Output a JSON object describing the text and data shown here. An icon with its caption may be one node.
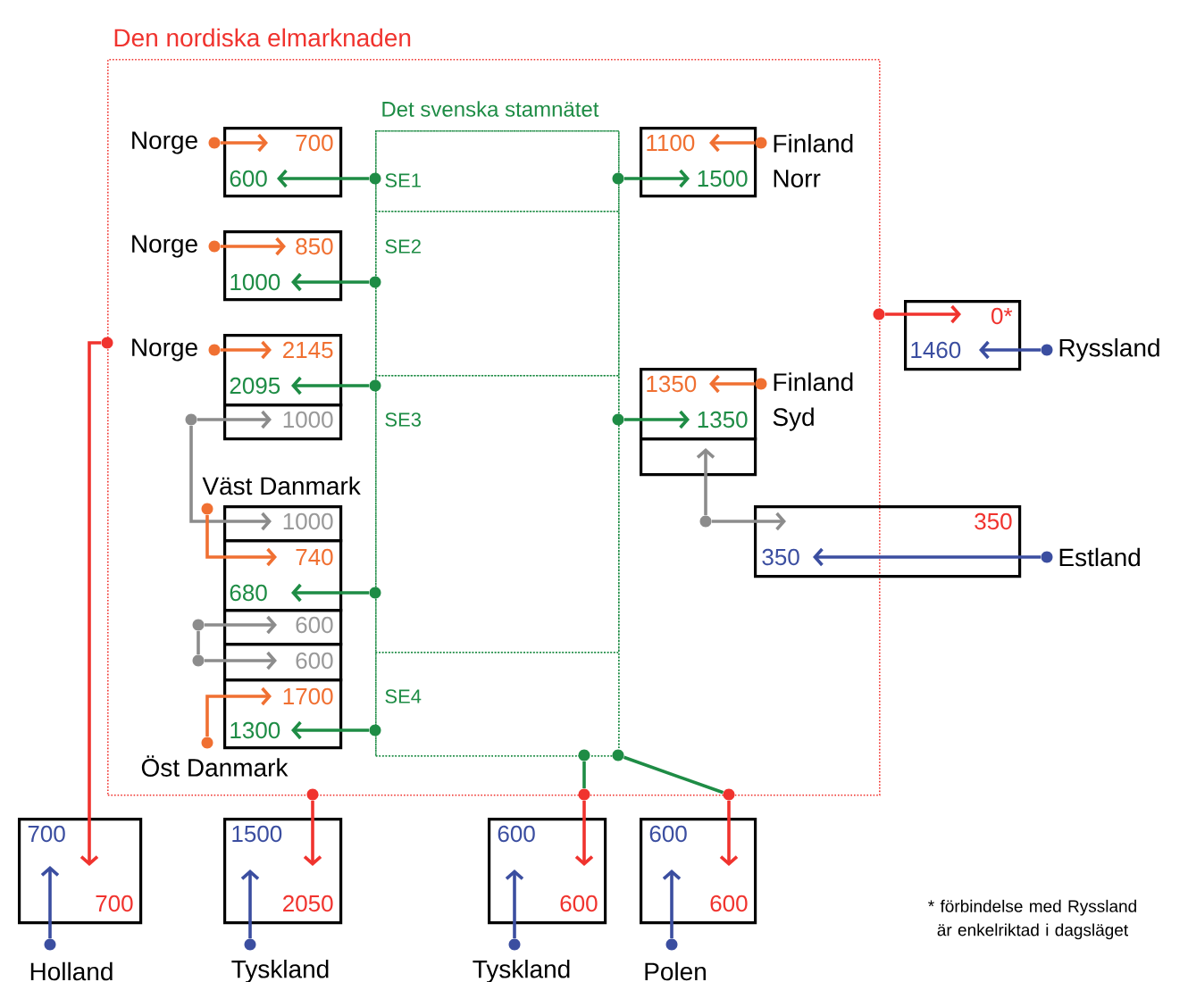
{
  "diagram": {
    "nodes": [
      {
        "text": [
          "Den nordiska elmarknaden"
        ]
      },
      {
        "text": [
          "Det svenska stamnätet"
        ],
        "in": 0
      },
      {
        "text": [
          "SE1"
        ],
        "in": 1
      },
      {
        "text": [
          "SE2"
        ],
        "in": 1
      },
      {
        "text": [
          "SE3"
        ],
        "in": 1
      },
      {
        "text": [
          "SE4"
        ],
        "in": 1
      },
      {
        "text": [
          "700",
          "600"
        ],
        "in": 0
      },
      {
        "text": [
          "850",
          "1000"
        ],
        "in": 0
      },
      {
        "text": [
          "2145",
          "2095"
        ],
        "in": 0
      },
      {
        "text": [
          "1000"
        ],
        "in": 0
      },
      {
        "text": [
          "1100",
          "1500"
        ],
        "in": 0
      },
      {
        "text": [
          "1350",
          "1350"
        ],
        "in": 0
      },
      {
        "text": [],
        "shape": "box",
        "in": 0
      },
      {
        "text": [
          "0*",
          "1460"
        ]
      },
      {
        "text": [
          "1000"
        ],
        "in": 0
      },
      {
        "text": [
          "740",
          "680"
        ],
        "in": 0
      },
      {
        "text": [
          "600"
        ],
        "in": 0
      },
      {
        "text": [
          "600"
        ],
        "in": 0
      },
      {
        "text": [
          "1700",
          "1300"
        ],
        "in": 0
      },
      {
        "text": [
          "350",
          "350"
        ]
      },
      {
        "text": [
          "700",
          "700"
        ]
      },
      {
        "text": [
          "1500",
          "2050"
        ]
      },
      {
        "text": [
          "600",
          "600"
        ]
      },
      {
        "text": [
          "600",
          "600"
        ]
      },
      {
        "text": [],
        "shape": "circle",
        "beside": [
          "Norge"
        ],
        "in": 0
      },
      {
        "text": [],
        "shape": "circle",
        "beside": [
          "Norge"
        ],
        "in": 0
      },
      {
        "text": [],
        "shape": "circle",
        "beside": [
          "Norge"
        ],
        "in": 0
      },
      {
        "text": [],
        "shape": "circle",
        "beside": [
          "Finland Norr"
        ],
        "in": 0
      },
      {
        "text": [],
        "shape": "circle",
        "beside": [
          "Finland Syd"
        ],
        "in": 0
      },
      {
        "text": [],
        "shape": "circle",
        "beside": [
          "Ryssland"
        ]
      },
      {
        "text": [],
        "shape": "circle",
        "beside": [
          "Estland"
        ]
      },
      {
        "text": [],
        "shape": "circle",
        "beside": [
          "Väst Danmark"
        ],
        "in": 0
      },
      {
        "text": [],
        "shape": "circle",
        "beside": [
          "Öst Danmark"
        ],
        "in": 0
      },
      {
        "text": [],
        "shape": "circle",
        "beside": [
          "Holland"
        ]
      },
      {
        "text": [],
        "shape": "circle",
        "beside": [
          "Tyskland"
        ]
      },
      {
        "text": [],
        "shape": "circle",
        "beside": [
          "Tyskland"
        ]
      },
      {
        "text": [],
        "shape": "circle",
        "beside": [
          "Polen"
        ]
      },
      {
        "text": [],
        "shape": "circle",
        "in": 0
      },
      {
        "text": [],
        "shape": "circle",
        "in": 0
      },
      {
        "text": [],
        "shape": "circle",
        "in": 0
      },
      {
        "text": [],
        "shape": "circle",
        "in": 0
      },
      {
        "text": [],
        "shape": "circle",
        "in": 2
      },
      {
        "text": [],
        "shape": "circle",
        "in": 2
      },
      {
        "text": [],
        "shape": "circle",
        "in": 3
      },
      {
        "text": [],
        "shape": "circle",
        "in": 4
      },
      {
        "text": [],
        "shape": "circle",
        "in": 4
      },
      {
        "text": [],
        "shape": "circle",
        "in": 4
      },
      {
        "text": [],
        "shape": "circle",
        "in": 5
      },
      {
        "text": [],
        "shape": "circle",
        "in": 5
      },
      {
        "text": [],
        "shape": "circle",
        "in": 5
      },
      {
        "text": [],
        "shape": "circle"
      },
      {
        "text": [],
        "shape": "circle"
      },
      {
        "text": [],
        "shape": "circle"
      },
      {
        "text": [],
        "shape": "circle"
      },
      {
        "text": [],
        "shape": "circle"
      }
    ],
    "edges": [
      {
        "from": 24,
        "to": 6,
        "arrow": "to",
        "color": "#f07032"
      },
      {
        "from": 41,
        "to": 6,
        "arrow": "to",
        "color": "#1e8c45"
      },
      {
        "from": 25,
        "to": 7,
        "arrow": "to",
        "color": "#f07032"
      },
      {
        "from": 43,
        "to": 7,
        "arrow": "to",
        "color": "#1e8c45"
      },
      {
        "from": 26,
        "to": 8,
        "arrow": "to",
        "color": "#f07032"
      },
      {
        "from": 44,
        "to": 8,
        "arrow": "to",
        "color": "#1e8c45"
      },
      {
        "from": 37,
        "to": 9,
        "arrow": "to",
        "color": "#8c8c8c"
      },
      {
        "from": 37,
        "to": 14,
        "arrow": "to",
        "color": "#8c8c8c"
      },
      {
        "from": 27,
        "to": 10,
        "arrow": "to",
        "color": "#f07032"
      },
      {
        "from": 42,
        "to": 10,
        "arrow": "to",
        "color": "#1e8c45"
      },
      {
        "from": 28,
        "to": 11,
        "arrow": "to",
        "color": "#f07032"
      },
      {
        "from": 45,
        "to": 11,
        "arrow": "to",
        "color": "#1e8c45"
      },
      {
        "from": 40,
        "to": 12,
        "arrow": "to",
        "color": "#8c8c8c"
      },
      {
        "from": 40,
        "to": 19,
        "arrow": "to",
        "color": "#8c8c8c"
      },
      {
        "from": 51,
        "to": 13,
        "arrow": "to",
        "color": "#f0332e"
      },
      {
        "from": 29,
        "to": 13,
        "arrow": "to",
        "color": "#3b4ea0"
      },
      {
        "from": 30,
        "to": 19,
        "arrow": "to",
        "color": "#3b4ea0"
      },
      {
        "from": 31,
        "to": 15,
        "arrow": "to",
        "color": "#f07032"
      },
      {
        "from": 46,
        "to": 15,
        "arrow": "to",
        "color": "#1e8c45"
      },
      {
        "from": 38,
        "to": 16,
        "arrow": "to",
        "color": "#8c8c8c"
      },
      {
        "from": 39,
        "to": 17,
        "arrow": "to",
        "color": "#8c8c8c"
      },
      {
        "from": 38,
        "to": 39,
        "arrow": "none",
        "color": "#8c8c8c"
      },
      {
        "from": 32,
        "to": 18,
        "arrow": "to",
        "color": "#f07032"
      },
      {
        "from": 47,
        "to": 18,
        "arrow": "to",
        "color": "#1e8c45"
      },
      {
        "from": 50,
        "to": 20,
        "arrow": "to",
        "color": "#f0332e"
      },
      {
        "from": 33,
        "to": 20,
        "arrow": "to",
        "color": "#3b4ea0"
      },
      {
        "from": 52,
        "to": 21,
        "arrow": "to",
        "color": "#f0332e"
      },
      {
        "from": 34,
        "to": 21,
        "arrow": "to",
        "color": "#3b4ea0"
      },
      {
        "from": 48,
        "to": 53,
        "arrow": "none",
        "color": "#1e8c45"
      },
      {
        "from": 53,
        "to": 22,
        "arrow": "to",
        "color": "#f0332e"
      },
      {
        "from": 35,
        "to": 22,
        "arrow": "to",
        "color": "#3b4ea0"
      },
      {
        "from": 49,
        "to": 54,
        "arrow": "none",
        "color": "#1e8c45"
      },
      {
        "from": 54,
        "to": 23,
        "arrow": "to",
        "color": "#f0332e"
      },
      {
        "from": 36,
        "to": 23,
        "arrow": "to",
        "color": "#3b4ea0"
      }
    ],
    "labels": [
      "* förbindelse med Ryssland är enkelriktad i dagsläget"
    ]
  }
}
